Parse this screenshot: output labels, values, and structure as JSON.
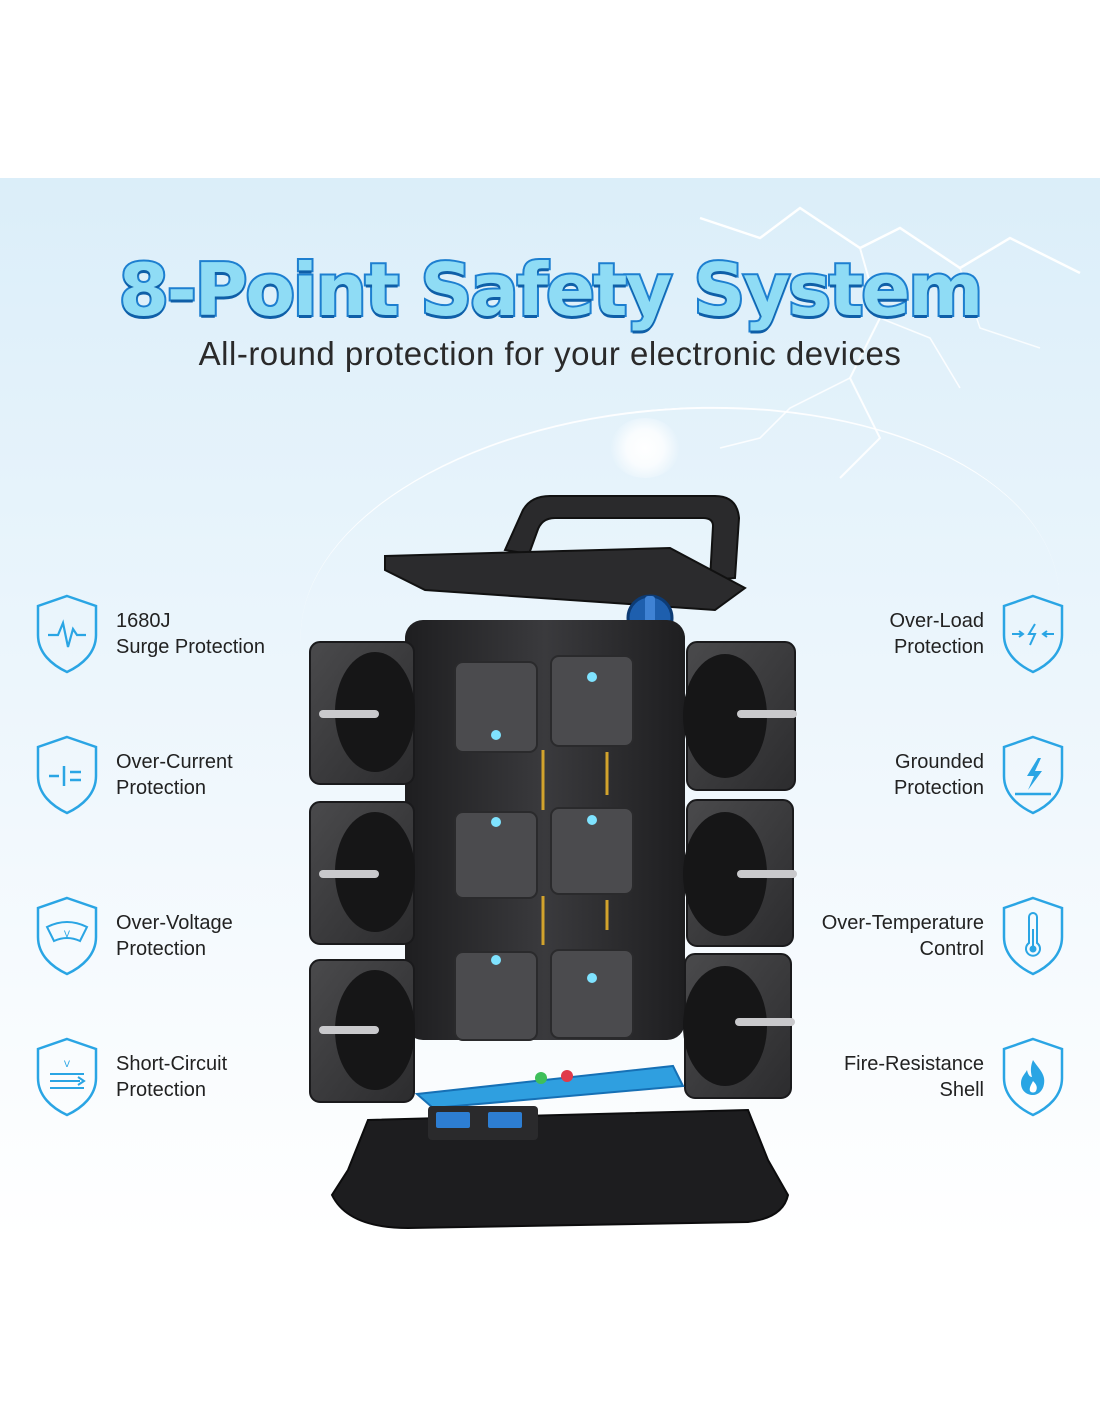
{
  "title": "8-Point Safety System",
  "subtitle": "All-round protection for your electronic devices",
  "colors": {
    "accent": "#1d7fd0",
    "icon_stroke": "#2aa5e4",
    "title_fill": "#8fdcf5"
  },
  "features_left": [
    {
      "label": "1680J\nSurge Protection",
      "icon": "surge-wave-icon"
    },
    {
      "label": "Over-Current\nProtection",
      "icon": "current-icon"
    },
    {
      "label": "Over-Voltage\nProtection",
      "icon": "voltage-gauge-icon"
    },
    {
      "label": "Short-Circuit\nProtection",
      "icon": "short-circuit-icon"
    }
  ],
  "features_right": [
    {
      "label": "Over-Load\nProtection",
      "icon": "overload-icon"
    },
    {
      "label": "Grounded\nProtection",
      "icon": "ground-bolt-icon"
    },
    {
      "label": "Over-Temperature\nControl",
      "icon": "thermometer-icon"
    },
    {
      "label": "Fire-Resistance\nShell",
      "icon": "flame-icon"
    }
  ]
}
